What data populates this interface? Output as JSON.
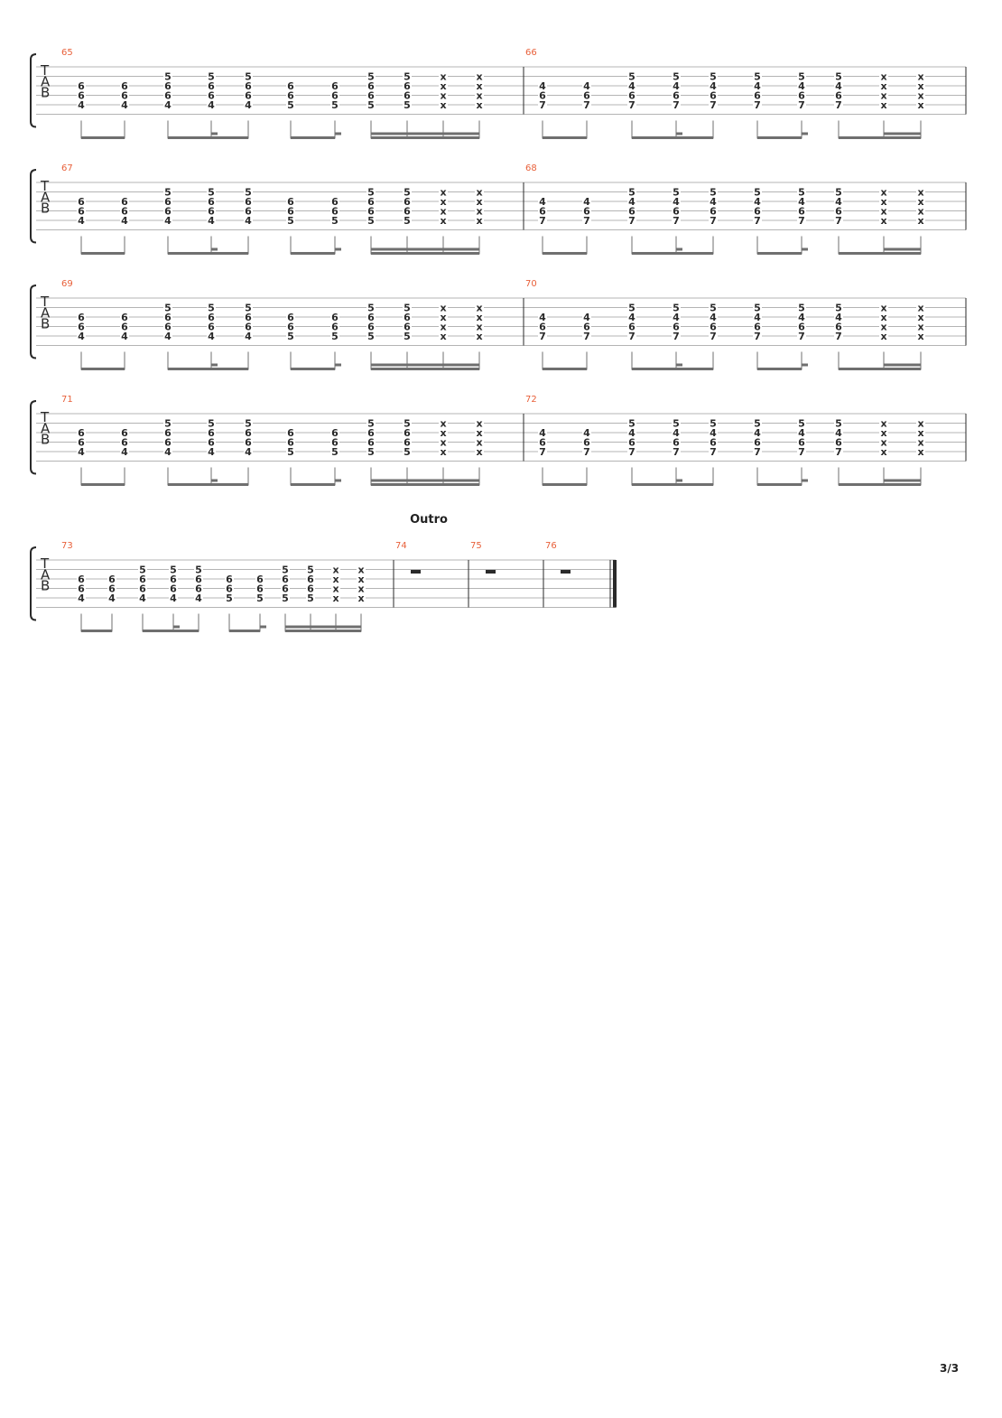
{
  "section_label": "Outro",
  "page_number": "3/3",
  "tab_clef": [
    "T",
    "A",
    "B"
  ],
  "chord_shapes": {
    "A": [
      null,
      "5",
      "6",
      "6",
      "4",
      null
    ],
    "B": [
      null,
      null,
      "6",
      "6",
      "4",
      null
    ],
    "C": [
      null,
      "5",
      "6",
      "6",
      "5",
      null
    ],
    "D": [
      null,
      null,
      "6",
      "6",
      "5",
      null
    ],
    "E": [
      null,
      "x",
      "x",
      "x",
      "x",
      null
    ],
    "F": [
      null,
      "5",
      "4",
      "6",
      "7",
      null
    ],
    "G": [
      null,
      null,
      "4",
      "6",
      "7",
      null
    ]
  },
  "bar_patterns": {
    "P1": [
      "B",
      "B",
      "A",
      "A",
      "A",
      "D",
      "D",
      "C",
      "C",
      "E",
      "E"
    ],
    "P2": [
      "G",
      "G",
      "F",
      "F",
      "F",
      "F",
      "F",
      "F",
      "E",
      "E"
    ]
  },
  "systems": [
    {
      "bars": [
        {
          "number": "65",
          "pattern": "P1"
        },
        {
          "number": "66",
          "pattern": "P2"
        }
      ]
    },
    {
      "bars": [
        {
          "number": "67",
          "pattern": "P1"
        },
        {
          "number": "68",
          "pattern": "P2"
        }
      ]
    },
    {
      "bars": [
        {
          "number": "69",
          "pattern": "P1"
        },
        {
          "number": "70",
          "pattern": "P2"
        }
      ]
    },
    {
      "bars": [
        {
          "number": "71",
          "pattern": "P1"
        },
        {
          "number": "72",
          "pattern": "P2"
        }
      ]
    },
    {
      "bars": [
        {
          "number": "73",
          "pattern": "P1"
        },
        {
          "number": "74",
          "rest": true
        },
        {
          "number": "75",
          "rest": true
        },
        {
          "number": "76",
          "rest": true,
          "final": true
        }
      ]
    }
  ],
  "colors": {
    "bar_number": "#e8603a",
    "ink": "#2a2a2a",
    "staff_line": "#b4b4b4",
    "beam": "#6f6f6f"
  }
}
